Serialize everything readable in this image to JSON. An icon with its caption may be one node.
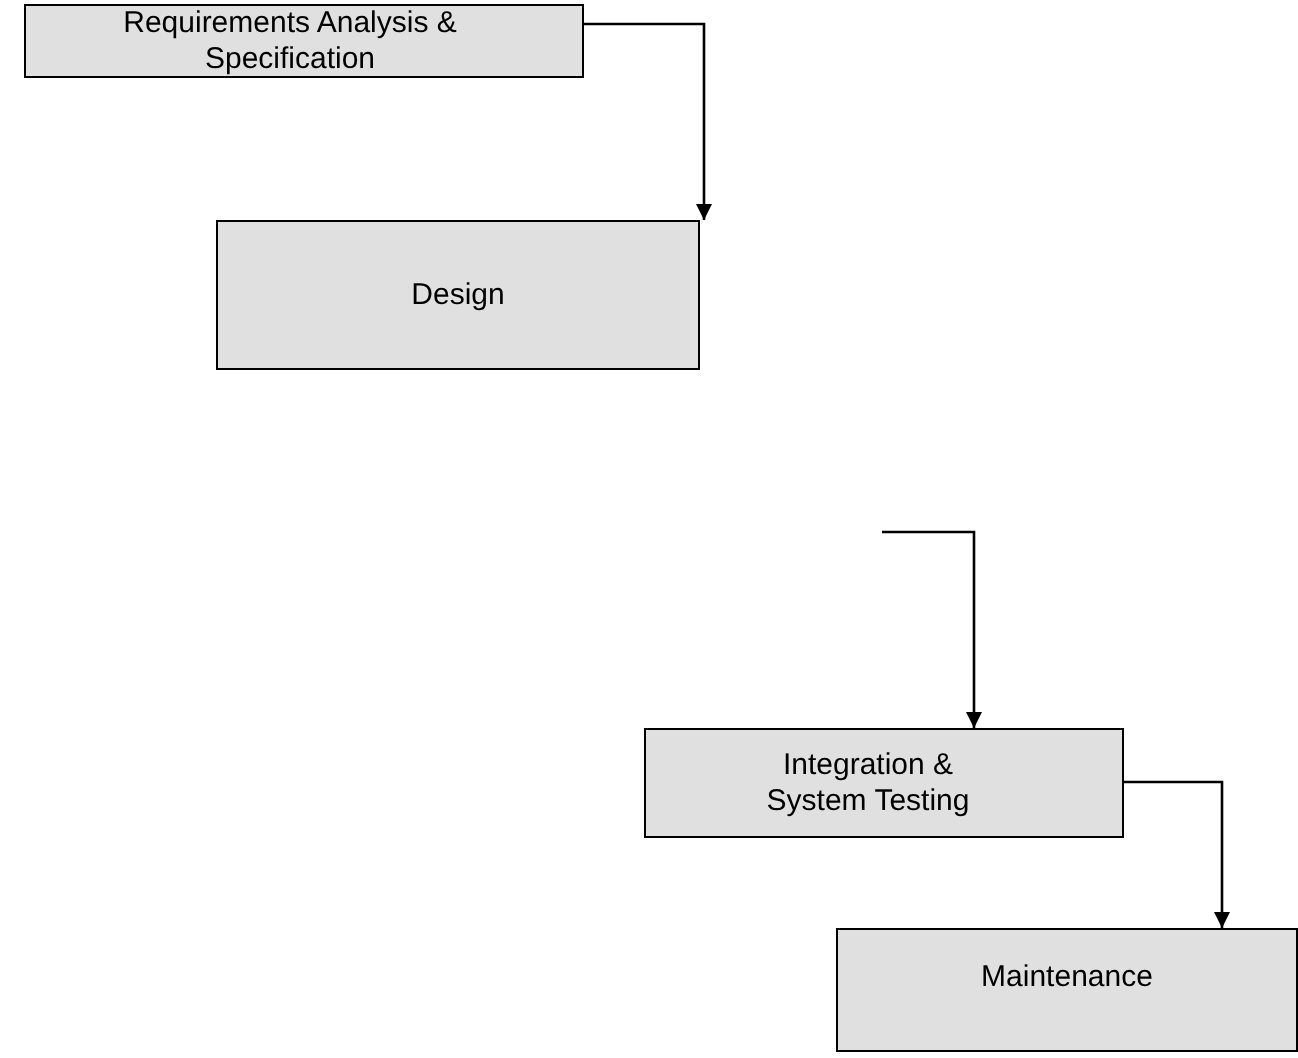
{
  "diagram": {
    "nodes": [
      {
        "text": [
          "Requirements Analysis & Specification"
        ]
      },
      {
        "text": [
          "Design"
        ]
      },
      {
        "text": [
          "Integration & System Testing"
        ]
      },
      {
        "text": [
          "Maintenance"
        ]
      }
    ],
    "edges": [
      {
        "from": 0,
        "to": 1,
        "arrow": "to"
      },
      {
        "from": null,
        "to": 2,
        "arrow": "to"
      },
      {
        "from": 2,
        "to": 3,
        "arrow": "to"
      }
    ]
  }
}
